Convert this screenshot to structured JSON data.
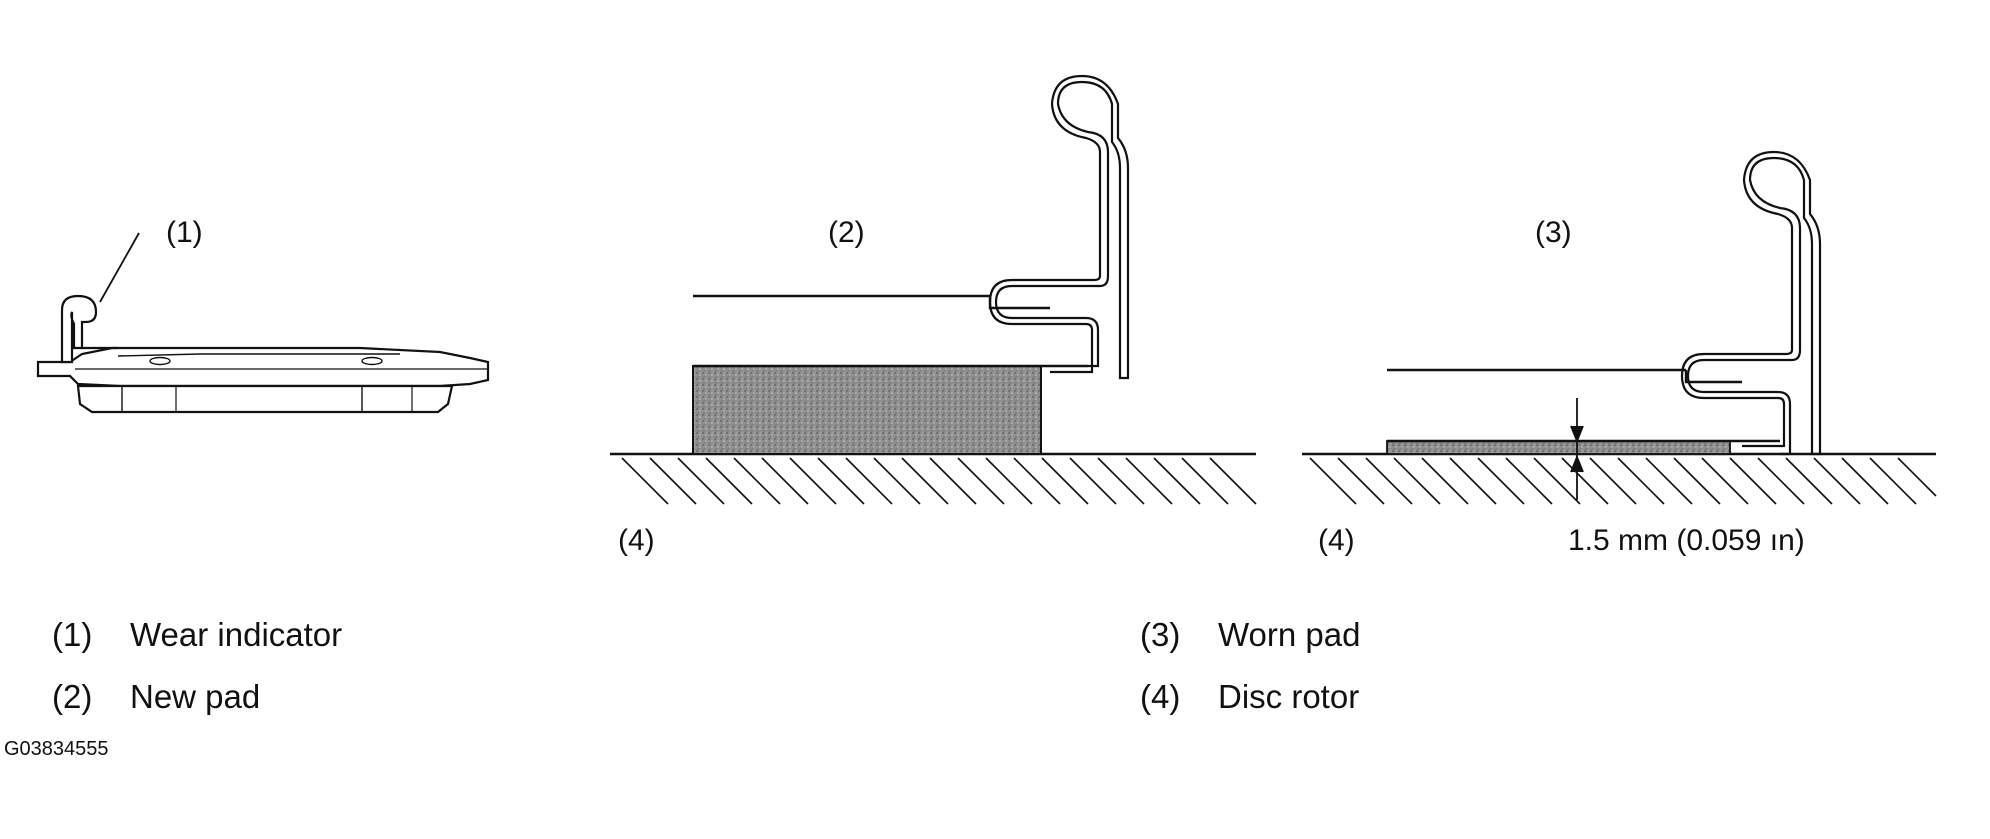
{
  "callouts": {
    "c1": "(1)",
    "c2": "(2)",
    "c3": "(3)",
    "c4_left": "(4)",
    "c4_right": "(4)",
    "measurement": "1.5 mm (0.059 ın)"
  },
  "legend": [
    {
      "num": "(1)",
      "label": "Wear indicator"
    },
    {
      "num": "(2)",
      "label": "New pad"
    },
    {
      "num": "(3)",
      "label": "Worn pad"
    },
    {
      "num": "(4)",
      "label": "Disc rotor"
    }
  ],
  "figure_id": "G03834555",
  "colors": {
    "line": "#111111",
    "friction": "#9a9a9a"
  }
}
